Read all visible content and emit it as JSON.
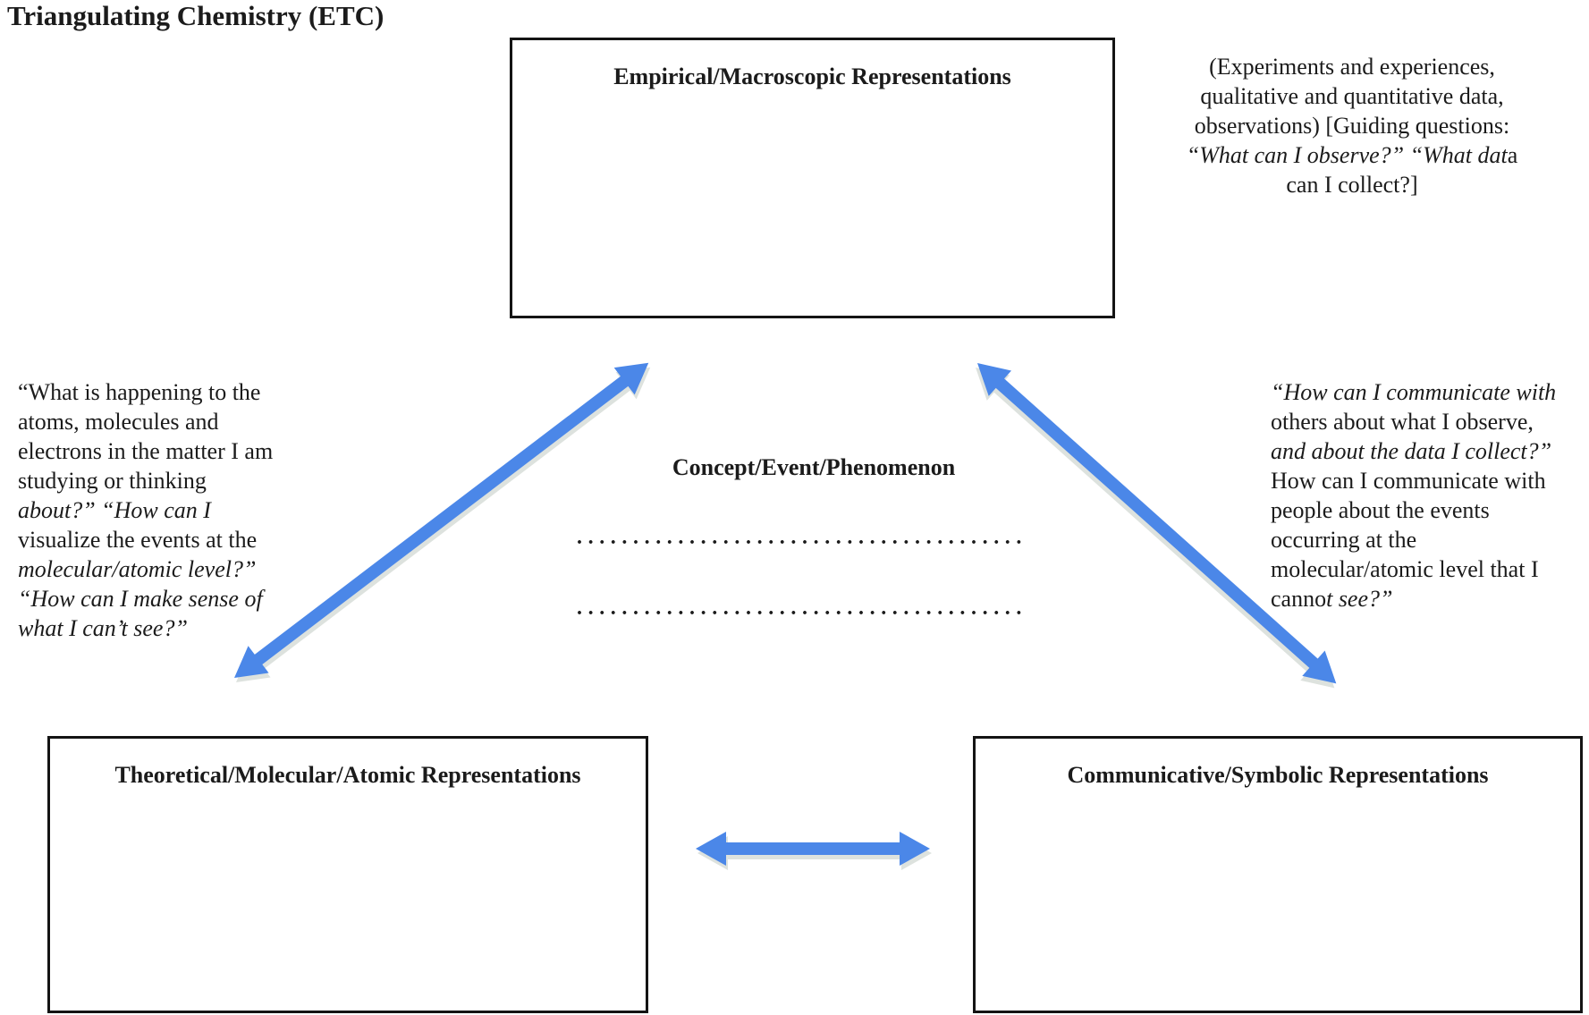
{
  "title": "Triangulating Chemistry (ETC)",
  "colors": {
    "arrow": "#4b87e8",
    "arrow_shadow": "#dde2de",
    "border": "#141414",
    "text": "#1b1b1b"
  },
  "boxes": {
    "empirical": "Empirical/Macroscopic Representations",
    "theoretical": "Theoretical/Molecular/Atomic Representations",
    "communicative": "Communicative/Symbolic Representations"
  },
  "center_label": "Concept/Event/Phenomenon",
  "dotted_line": "........................................",
  "notes": {
    "empirical_note": {
      "lines": [
        [
          {
            "t": "(Experiments and experiences,"
          }
        ],
        [
          {
            "t": "qualitative and quantitative data,"
          }
        ],
        [
          {
            "t": "observations) [Guiding questions:"
          }
        ],
        [
          {
            "t": "“What can I observe?” “What dat",
            "i": true
          },
          {
            "t": "a"
          }
        ],
        [
          {
            "t": "can I collect?]"
          }
        ]
      ]
    },
    "theoretical_note": {
      "lines": [
        [
          {
            "t": "“What is happening to the"
          }
        ],
        [
          {
            "t": "atoms, molecules and"
          }
        ],
        [
          {
            "t": "electrons in the matter I am"
          }
        ],
        [
          {
            "t": "studying or thinking"
          }
        ],
        [
          {
            "t": "about?” “How can I",
            "i": true
          }
        ],
        [
          {
            "t": "visualize the events at the"
          }
        ],
        [
          {
            "t": "molecular/atomic level?”",
            "i": true
          }
        ],
        [
          {
            "t": "“How can I make sense of",
            "i": true
          }
        ],
        [
          {
            "t": "what I can’t see?”",
            "i": true
          }
        ]
      ]
    },
    "communicative_note": {
      "lines": [
        [
          {
            "t": "“How can I communicate with",
            "i": true
          }
        ],
        [
          {
            "t": "others about what I observe,"
          }
        ],
        [
          {
            "t": "and about the data I collect?”",
            "i": true
          }
        ],
        [
          {
            "t": "How can I communicate with"
          }
        ],
        [
          {
            "t": "people about the events"
          }
        ],
        [
          {
            "t": "occurring at the"
          }
        ],
        [
          {
            "t": "molecular/atomic level that I"
          }
        ],
        [
          {
            "t": "canno"
          },
          {
            "t": "t see?”",
            "i": true
          }
        ]
      ]
    }
  }
}
